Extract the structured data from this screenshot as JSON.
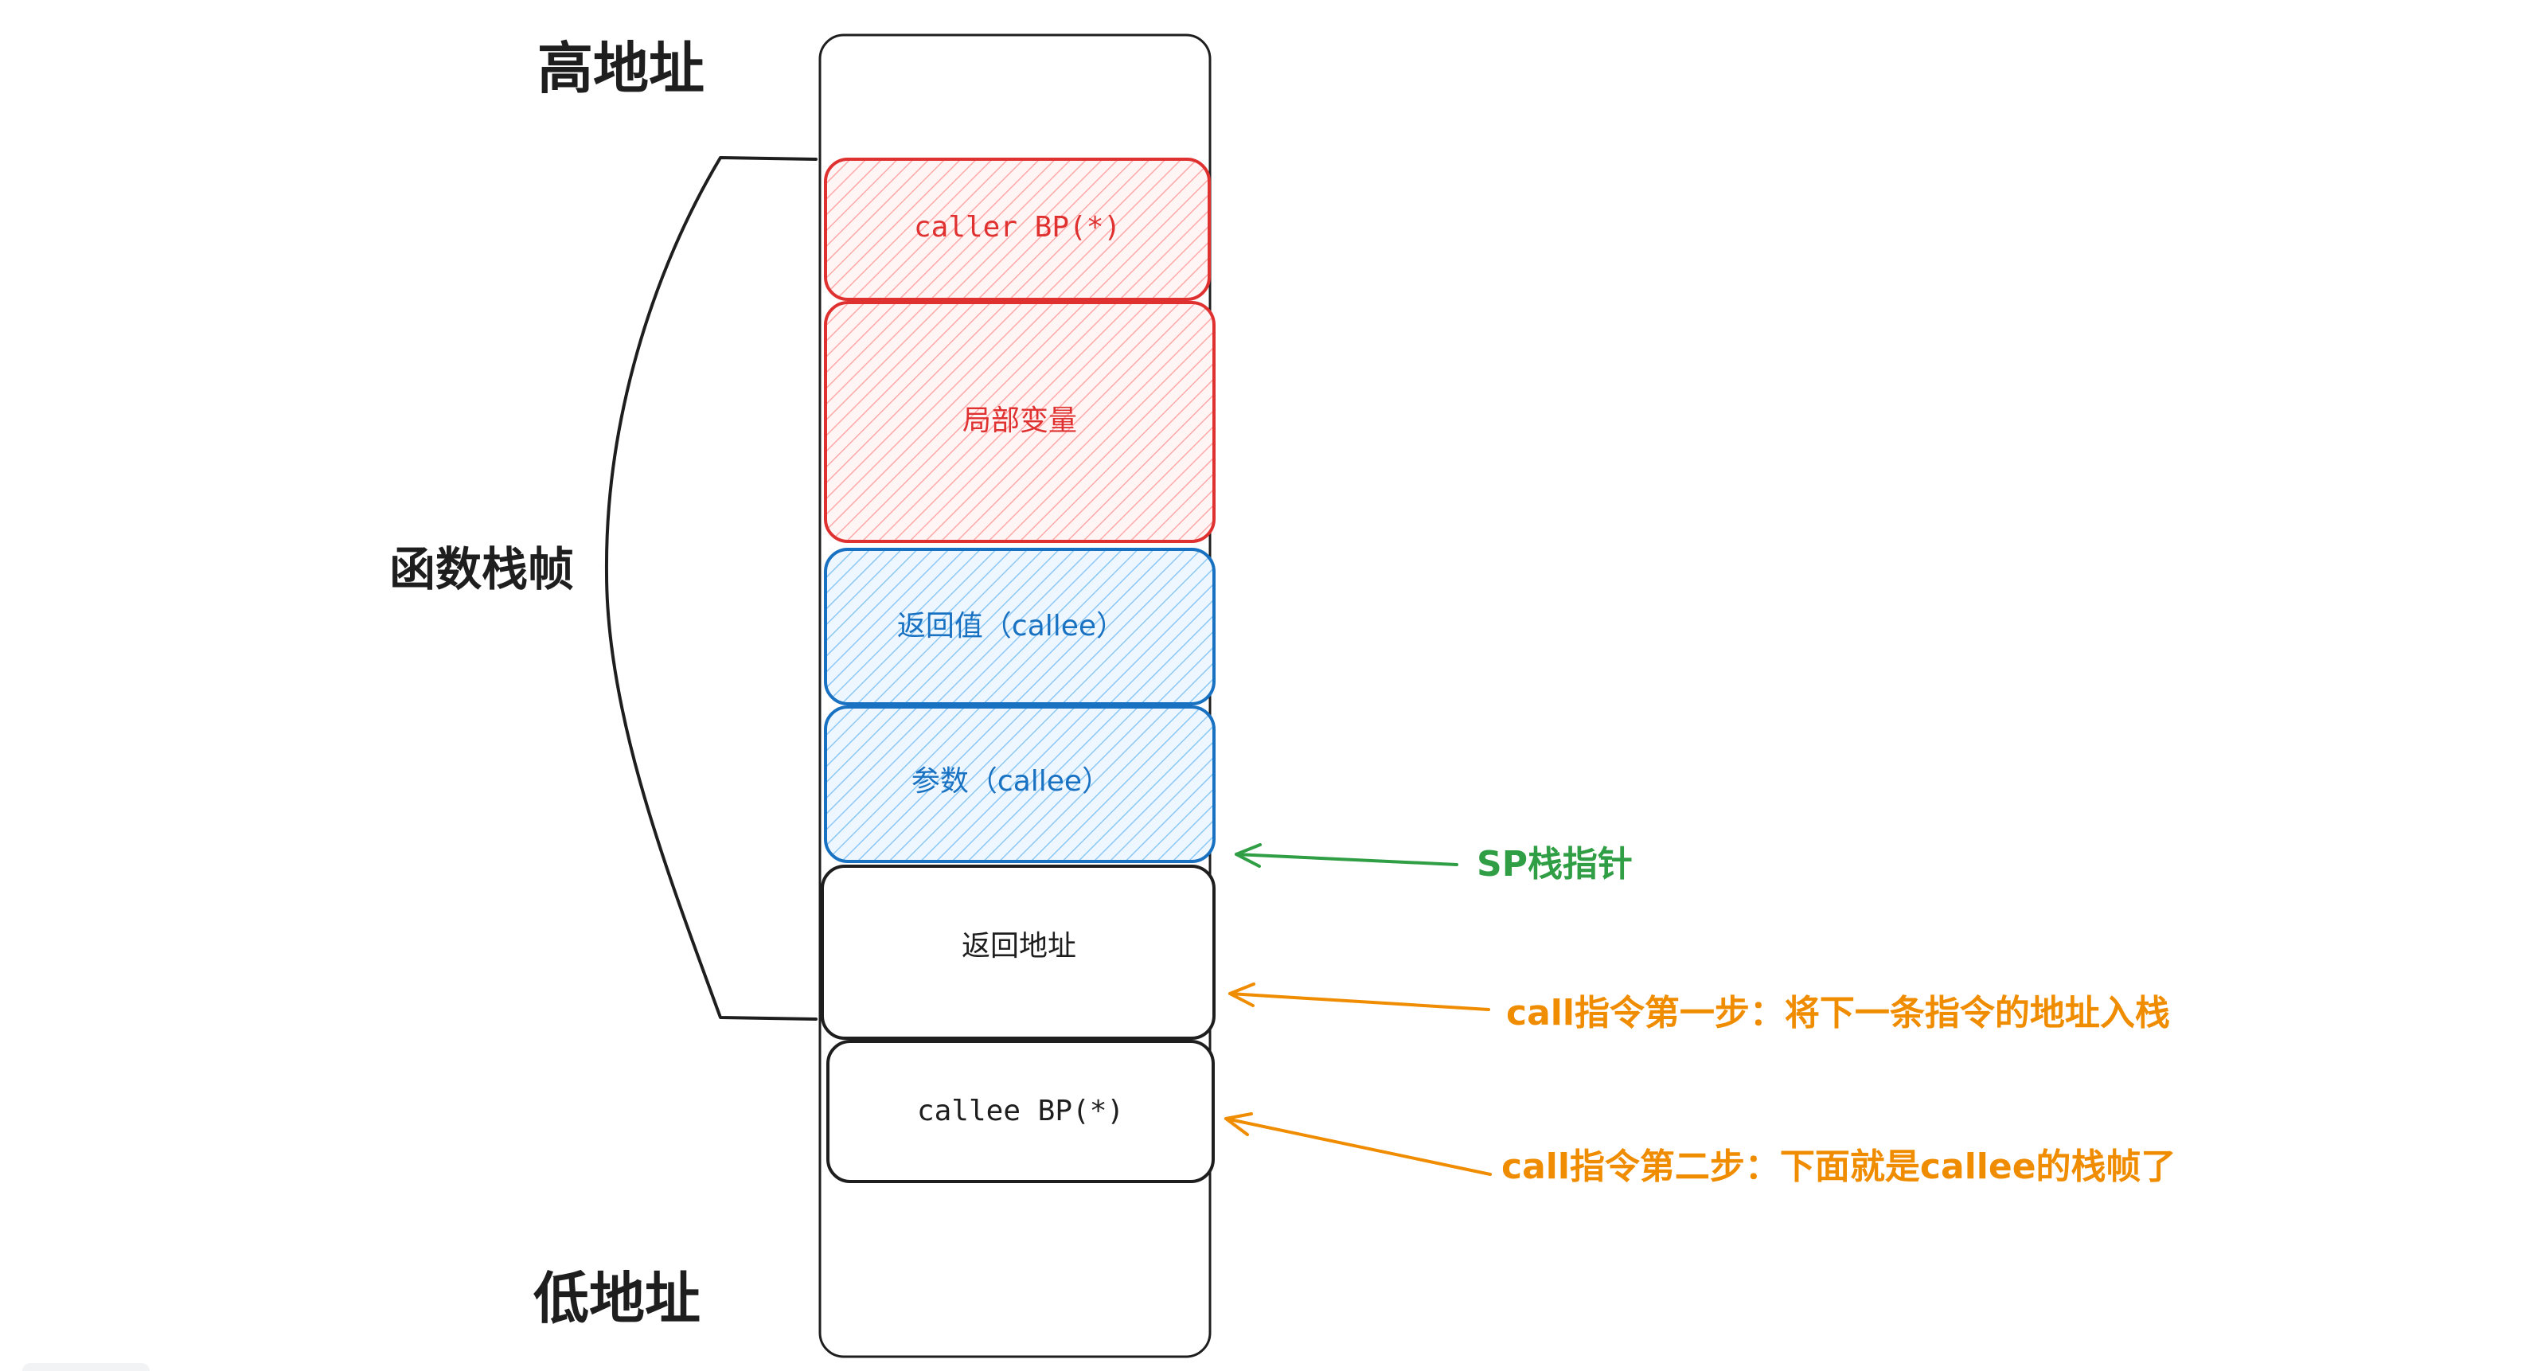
{
  "labels": {
    "high_address": "高地址",
    "low_address": "低地址",
    "function_frame": "函数栈帧"
  },
  "stack_blocks": [
    {
      "id": "caller-bp",
      "text": "caller BP(*)",
      "kind": "caller",
      "mono": true
    },
    {
      "id": "local-vars",
      "text": "局部变量",
      "kind": "caller",
      "mono": false
    },
    {
      "id": "return-value",
      "text": "返回值（callee）",
      "kind": "args",
      "mono": false
    },
    {
      "id": "params",
      "text": "参数（callee）",
      "kind": "args",
      "mono": false
    },
    {
      "id": "return-address",
      "text": "返回地址",
      "kind": "plain",
      "mono": false
    },
    {
      "id": "callee-bp",
      "text": "callee BP(*)",
      "kind": "plain",
      "mono": true
    }
  ],
  "annotations": [
    {
      "id": "sp-pointer",
      "text": "SP栈指针",
      "color": "#2f9e44"
    },
    {
      "id": "call-step-one",
      "text": "call指令第一步：将下一条指令的地址入栈",
      "color": "#f08c00"
    },
    {
      "id": "call-step-two",
      "text": "call指令第二步：下面就是callee的栈帧了",
      "color": "#f08c00"
    }
  ],
  "colors": {
    "caller_stroke": "#e03131",
    "caller_fill": "#ffc9c9",
    "args_stroke": "#1971c2",
    "args_fill": "#a5d8ff",
    "plain_stroke": "#1e1e1e",
    "text_dark": "#1e1e1e",
    "caller_text": "#e03131",
    "args_text": "#1971c2"
  }
}
